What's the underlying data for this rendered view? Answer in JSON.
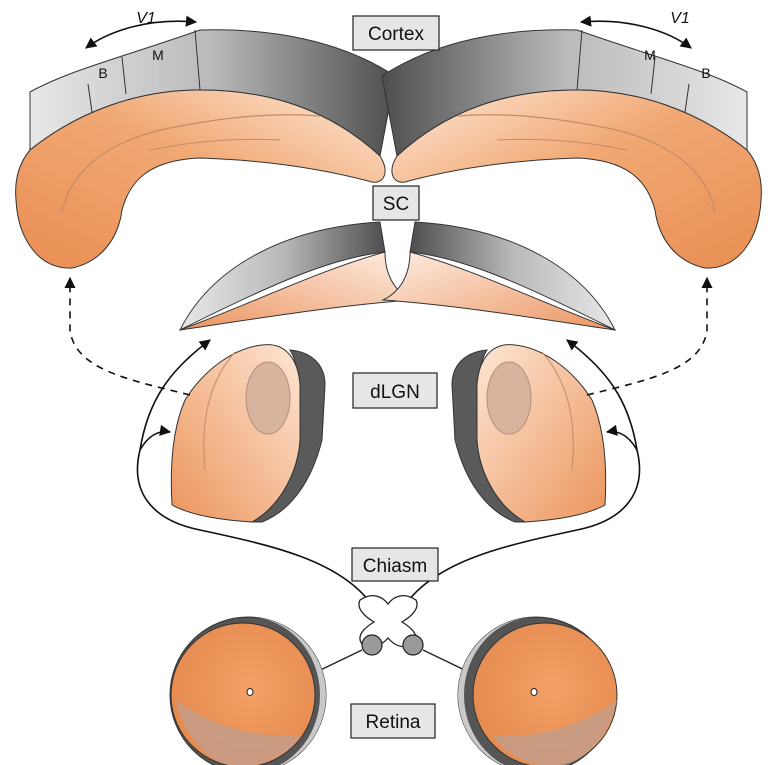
{
  "labels": {
    "cortex": "Cortex",
    "sc": "SC",
    "dlgn": "dLGN",
    "chiasm": "Chiasm",
    "retina": "Retina"
  },
  "cortex_areas": {
    "v1": "V1",
    "b": "B",
    "m": "M"
  },
  "colors": {
    "tissue": "#eb9a62",
    "tissue_light": "#fbe2cf",
    "rim_dark": "#5c5c5c",
    "rim_light": "#d7d7d7",
    "label_box": "#e6e6e6"
  }
}
